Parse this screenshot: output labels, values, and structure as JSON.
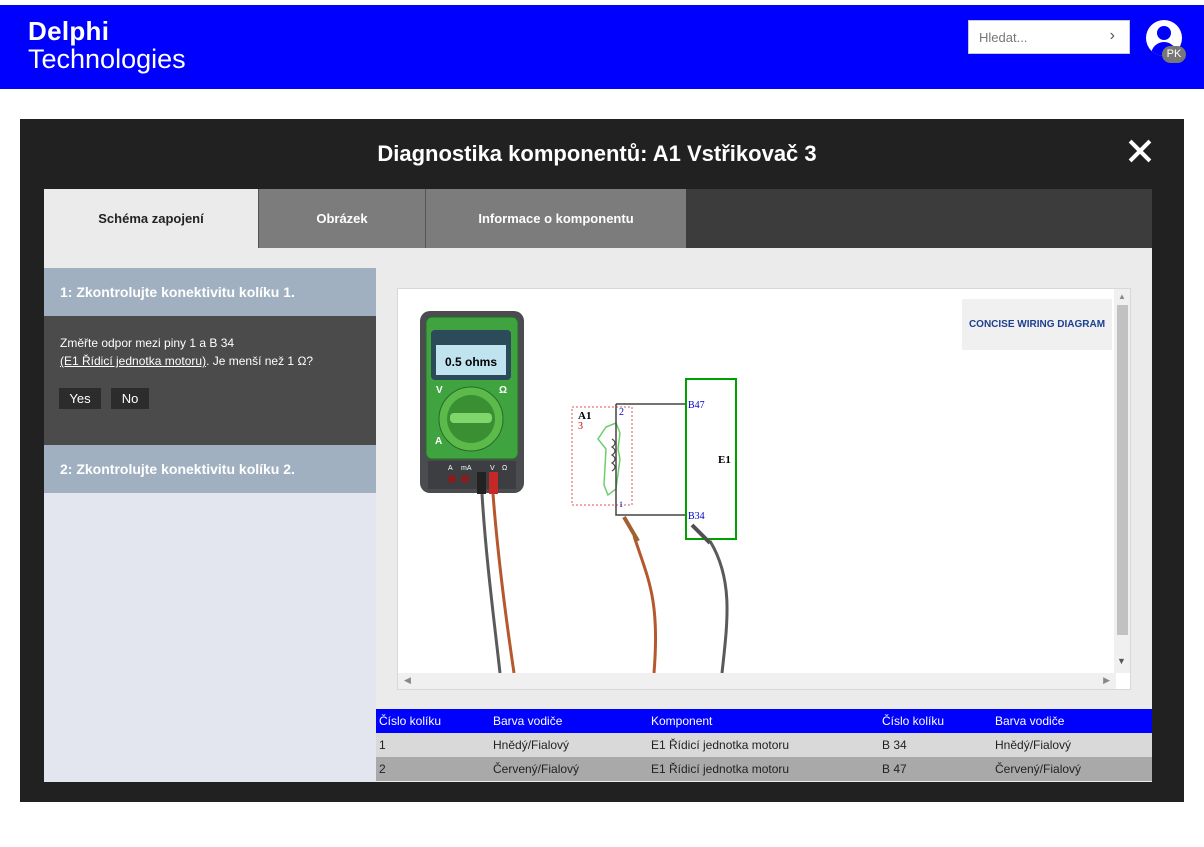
{
  "header": {
    "logo_line1": "Delphi",
    "logo_line2": "Technologies",
    "search_placeholder": "Hledat...",
    "search_go": "›",
    "avatar_initials": "PK",
    "brand_color": "#0000ff"
  },
  "modal": {
    "title": "Diagnostika komponentů: A1 Vstřikovač 3",
    "close_icon": "close-icon"
  },
  "tabs": [
    {
      "label": "Schéma zapojení",
      "active": true
    },
    {
      "label": "Obrázek",
      "active": false
    },
    {
      "label": "Informace o komponentu",
      "active": false
    }
  ],
  "steps": [
    {
      "title": "1: Zkontrolujte konektivitu kolíku 1.",
      "question_line1": "Změřte odpor mezi piny 1 a B 34",
      "link_text": "(E1 Řídicí jednotka motoru)",
      "question_rest": ". Je menší než 1 Ω?",
      "yes_label": "Yes",
      "no_label": "No"
    },
    {
      "title": "2: Zkontrolujte konektivitu kolíku 2."
    }
  ],
  "diagram": {
    "multimeter_reading": "0.5 ohms",
    "concise_label": "CONCISE WIRING DIAGRAM",
    "component_a": "A1",
    "component_a_pin_top": "2",
    "component_a_num": "3",
    "component_a_pin_bottom": "1",
    "component_e": "E1",
    "pin_b47": "B47",
    "pin_b34": "B34",
    "meter_labels": [
      "V",
      "Ω",
      "A",
      "A",
      "mA",
      "V",
      "Ω"
    ]
  },
  "pin_table": {
    "headers": [
      "Číslo kolíku",
      "Barva vodiče",
      "Komponent",
      "Číslo kolíku",
      "Barva vodiče"
    ],
    "rows": [
      [
        "1",
        "Hnědý/Fialový",
        "E1 Řídicí jednotka motoru",
        "B 34",
        "Hnědý/Fialový"
      ],
      [
        "2",
        "Červený/Fialový",
        "E1 Řídicí jednotka motoru",
        "B 47",
        "Červený/Fialový"
      ]
    ]
  }
}
